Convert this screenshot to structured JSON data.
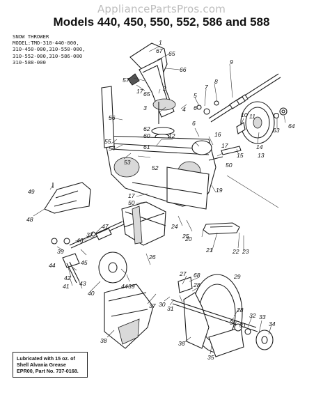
{
  "watermark": "AppliancePartsPros.com",
  "title": "Models 440, 450, 550, 552, 586 and 588",
  "model_lines": [
    "SNOW THROWER",
    "MODEL:TMO-310-440-000,",
    "310-450-000,310-550-000,",
    "310-552-000,310-586-000",
    "310-588-000"
  ],
  "note": "Lubricated with 15 oz. of Shell Alvania Grease EPR00, Part No. 737-0168.",
  "callouts": [
    "1",
    "67",
    "65",
    "66",
    "57",
    "17",
    "65",
    "2",
    "9",
    "8",
    "7",
    "5",
    "6",
    "4",
    "3",
    "10",
    "11",
    "63",
    "64",
    "56",
    "62",
    "60",
    "12",
    "16",
    "55",
    "54",
    "61",
    "6",
    "14",
    "13",
    "53",
    "17",
    "15",
    "52",
    "50",
    "49",
    "17",
    "50",
    "19",
    "48",
    "47",
    "24",
    "37",
    "25",
    "20",
    "21",
    "46",
    "22",
    "23",
    "39",
    "26",
    "44",
    "45",
    "42",
    "43",
    "41",
    "40",
    "44",
    "39",
    "37",
    "27",
    "68",
    "28",
    "29",
    "38",
    "30",
    "31",
    "28",
    "30",
    "31",
    "32",
    "33",
    "34",
    "36",
    "35"
  ]
}
